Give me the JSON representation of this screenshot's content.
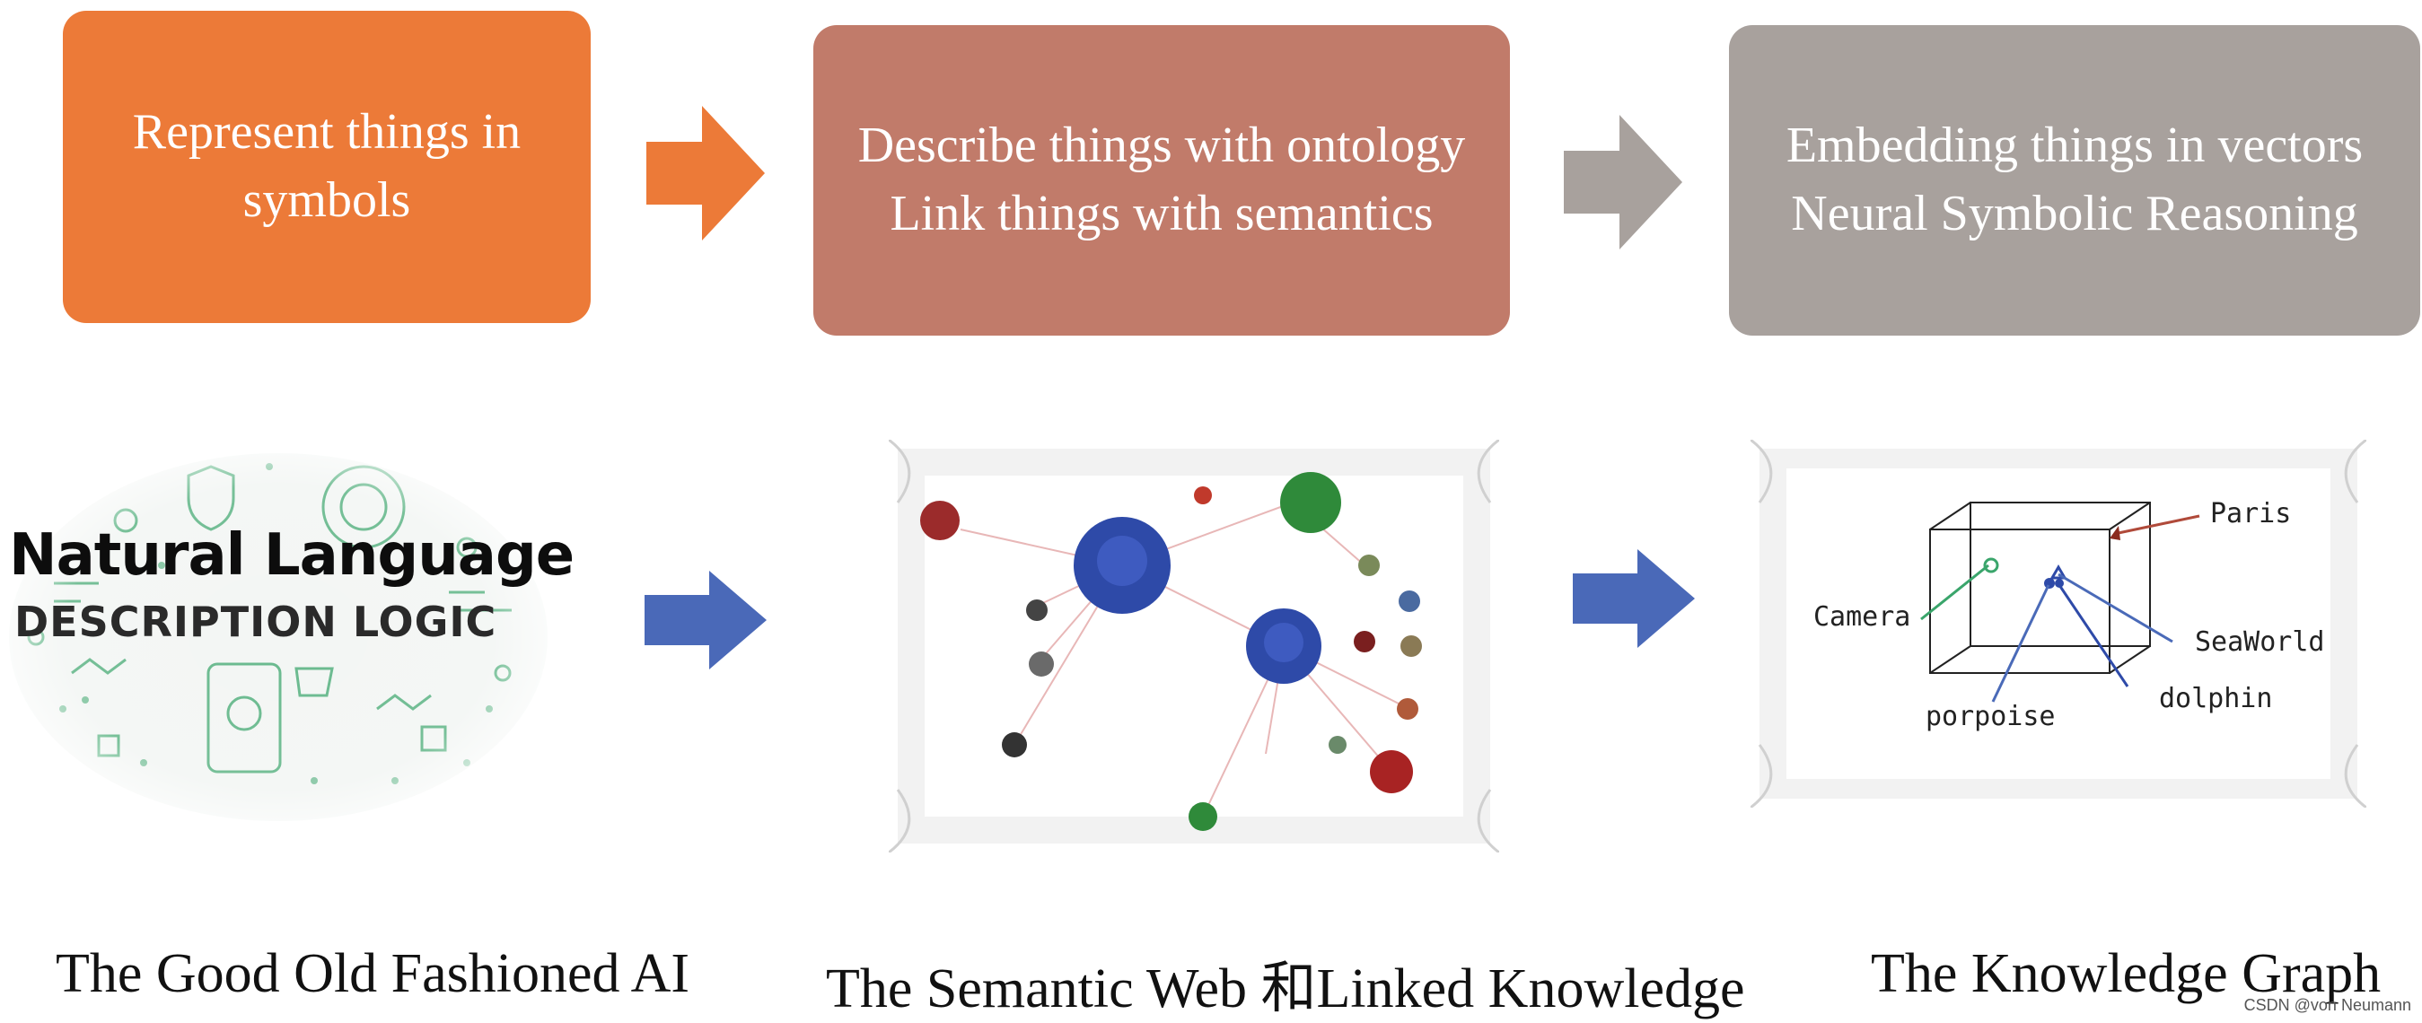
{
  "stages": [
    {
      "lines": [
        "Represent things in",
        "symbols"
      ],
      "color": "#ec7a38"
    },
    {
      "lines": [
        "Describe things with ontology",
        "Link things with semantics"
      ],
      "color": "#c17b6a"
    },
    {
      "lines": [
        "Embedding things in vectors",
        "Neural Symbolic Reasoning"
      ],
      "color": "#a8a19d"
    }
  ],
  "arrows": {
    "orange": "#ec7a38",
    "gray": "#a8a19d",
    "blue": "#4a69b8"
  },
  "gofai_illustration": {
    "title": "Natural Language",
    "subtitle": "DESCRIPTION LOGIC",
    "icon_color": "#3aa56b"
  },
  "knowledge_graph": {
    "labels": [
      "Paris",
      "Camera",
      "SeaWorld",
      "dolphin",
      "porpoise"
    ]
  },
  "captions": [
    "The Good Old Fashioned AI",
    "The Semantic Web 和Linked Knowledge",
    "The Knowledge Graph"
  ],
  "watermark": "CSDN @von Neumann"
}
